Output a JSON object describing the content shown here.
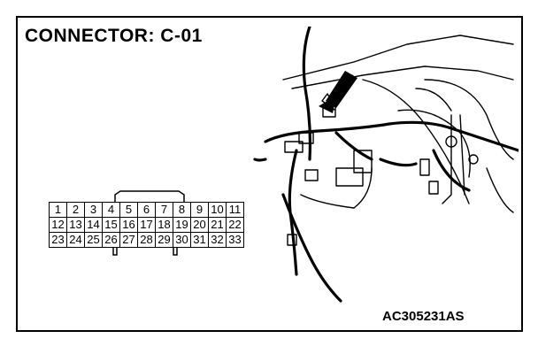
{
  "diagram": {
    "title": "CONNECTOR: C-01",
    "code": "AC305231AS",
    "connector": {
      "rows": [
        [
          "1",
          "2",
          "3",
          "4",
          "5",
          "6",
          "7",
          "8",
          "9",
          "10",
          "11"
        ],
        [
          "12",
          "13",
          "14",
          "15",
          "16",
          "17",
          "18",
          "19",
          "20",
          "21",
          "22"
        ],
        [
          "23",
          "24",
          "25",
          "26",
          "27",
          "28",
          "29",
          "30",
          "31",
          "32",
          "33"
        ]
      ]
    },
    "colors": {
      "line": "#000000",
      "background": "#ffffff"
    }
  }
}
